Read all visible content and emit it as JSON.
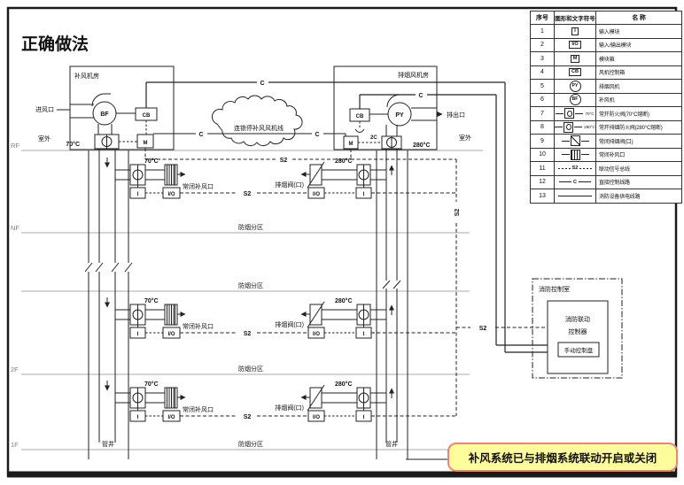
{
  "title": "正确做法",
  "colors": {
    "note_bg": "#fffc9c",
    "note_border": "#ef8181",
    "line": "#222222",
    "floor_line": "#a9a9a9"
  },
  "legend": {
    "headers": {
      "num": "序号",
      "symbol": "图形和文字符号",
      "name": "名  称"
    },
    "rows": [
      {
        "num": "1",
        "symbol": "I",
        "name": "输入模块"
      },
      {
        "num": "2",
        "symbol": "I/O",
        "name": "输入/输出模块"
      },
      {
        "num": "3",
        "symbol": "M",
        "name": "模块箱"
      },
      {
        "num": "4",
        "symbol": "CB",
        "name": "风机控制箱"
      },
      {
        "num": "5",
        "symbol": "PY",
        "name": "排烟风机"
      },
      {
        "num": "6",
        "symbol": "BF",
        "name": "补风机"
      },
      {
        "num": "7",
        "symbol": "70°C",
        "name": "常开防火阀(70°C熔断)"
      },
      {
        "num": "8",
        "symbol": "280°C",
        "name": "常开排烟防火阀(280°C熔断)"
      },
      {
        "num": "9",
        "symbol": "",
        "name": "常闭排烟阀(口)"
      },
      {
        "num": "10",
        "symbol": "",
        "name": "常闭补风口"
      },
      {
        "num": "11",
        "symbol": "S2",
        "name": "联动信号总线"
      },
      {
        "num": "12",
        "symbol": "C",
        "name": "直接控制线路"
      },
      {
        "num": "13",
        "symbol": "",
        "name": "消防设备供电线路"
      }
    ]
  },
  "labels": {
    "supply_room": "补风机房",
    "exhaust_room": "排烟风机房",
    "inlet": "进风口",
    "outlet": "排出口",
    "outdoor": "室外",
    "bf": "BF",
    "py": "PY",
    "cb": "CB",
    "m": "M",
    "i": "I",
    "io": "I/O",
    "t70": "70°C",
    "t280": "280°C",
    "c": "C",
    "c2": "2C",
    "s2": "S2",
    "cloud": "连锁停补风风机线",
    "supply_outlet": "常闭补风口",
    "exhaust_valve": "排烟阀(口)",
    "smoke_zone": "防烟分区",
    "shaft": "管井"
  },
  "floors": {
    "rf": "RF",
    "nf": "NF",
    "f2": "2F",
    "f1": "1F"
  },
  "fcr": {
    "room": "消防控制室",
    "ctrl1": "消防联动",
    "ctrl2": "控制器",
    "panel": "手动控制盘"
  },
  "note": {
    "text": "补风系统已与排烟系统联动开启或关闭"
  }
}
